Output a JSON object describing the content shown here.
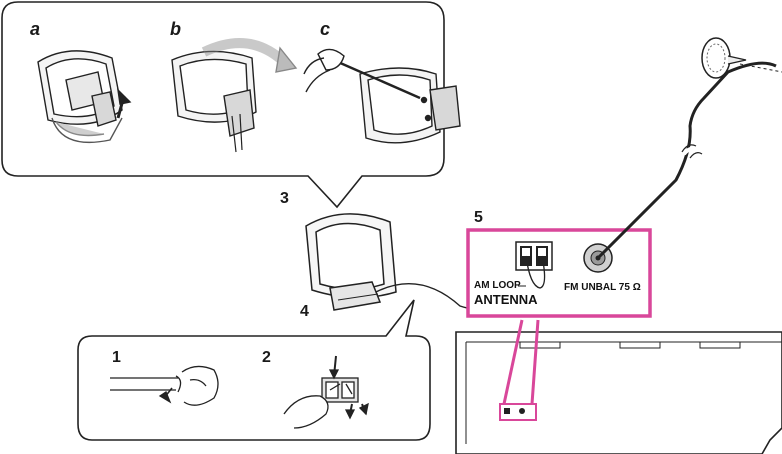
{
  "steps": {
    "a": "a",
    "b": "b",
    "c": "c",
    "s1": "1",
    "s2": "2",
    "s3": "3",
    "s4": "4",
    "s5": "5"
  },
  "panel": {
    "am_loop": "AM LOOP",
    "antenna": "ANTENNA",
    "fm_label": "FM UNBAL 75 Ω"
  },
  "colors": {
    "highlight": "#d9479a",
    "callout_border": "#222222",
    "line": "#1a1a1a",
    "gray_fill": "#e6e6e6"
  }
}
